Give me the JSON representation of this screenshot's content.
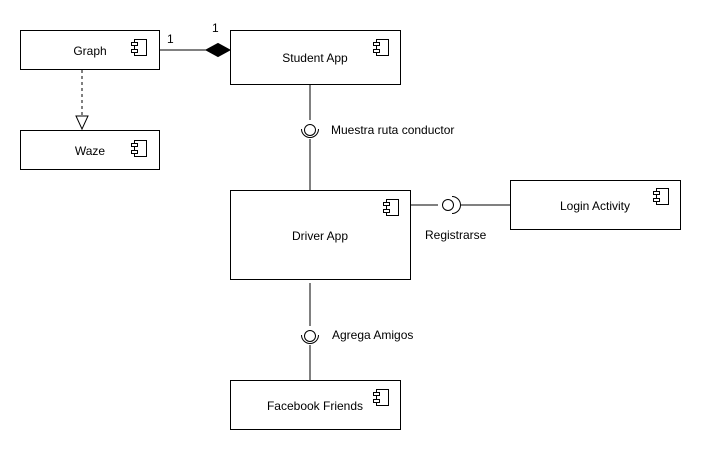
{
  "diagram": {
    "components": {
      "graph": {
        "label": "Graph"
      },
      "student": {
        "label": "Student App"
      },
      "waze": {
        "label": "Waze"
      },
      "driver": {
        "label": "Driver App"
      },
      "login": {
        "label": "Login Activity"
      },
      "facebook": {
        "label": "Facebook Friends"
      }
    },
    "relations": {
      "composition": {
        "source_mult": "1",
        "target_mult": "1"
      },
      "muestra": {
        "label": "Muestra ruta conductor"
      },
      "registrarse": {
        "label": "Registrarse"
      },
      "agrega": {
        "label": "Agrega Amigos"
      }
    },
    "icon": "component-icon"
  }
}
